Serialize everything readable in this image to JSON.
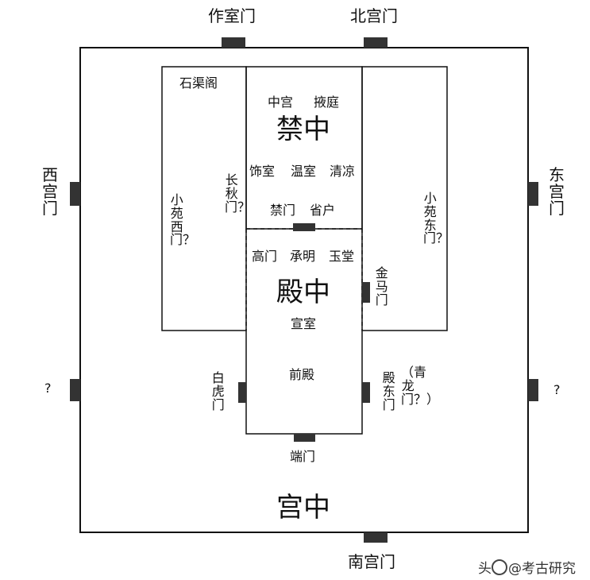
{
  "gates": {
    "zuoshi": "作室门",
    "beigong": "北宫门",
    "xigong": "西宫门",
    "donggong": "东宫门",
    "nangong": "南宫门",
    "west_unknown": "?",
    "east_unknown": "?"
  },
  "areas": {
    "jinzhong": "禁中",
    "dianzhong": "殿中",
    "gongzhong": "宫中"
  },
  "rooms": {
    "shiqu": "石渠阁",
    "zhonggong": "中宫",
    "yeting": "掖庭",
    "shishi": "饰室",
    "wenshi": "温室",
    "qingliang": "清凉",
    "jinmen": "禁门",
    "shenghu": "省户",
    "gaomen": "高门",
    "chengming": "承明",
    "yutang": "玉堂",
    "xuanshi": "宣室",
    "qiandian": "前殿",
    "duanmen": "端门",
    "changqiu": "长秋门？",
    "xiaoyuan_west": "小苑西门？",
    "xiaoyuan_east": "小苑东门？",
    "jinma": "金马门",
    "baihu": "白虎门",
    "diandong": "殿东门",
    "qinglong": "（青龙门？）"
  },
  "watermark": {
    "prefix": "头",
    "account": "@考古研究"
  }
}
